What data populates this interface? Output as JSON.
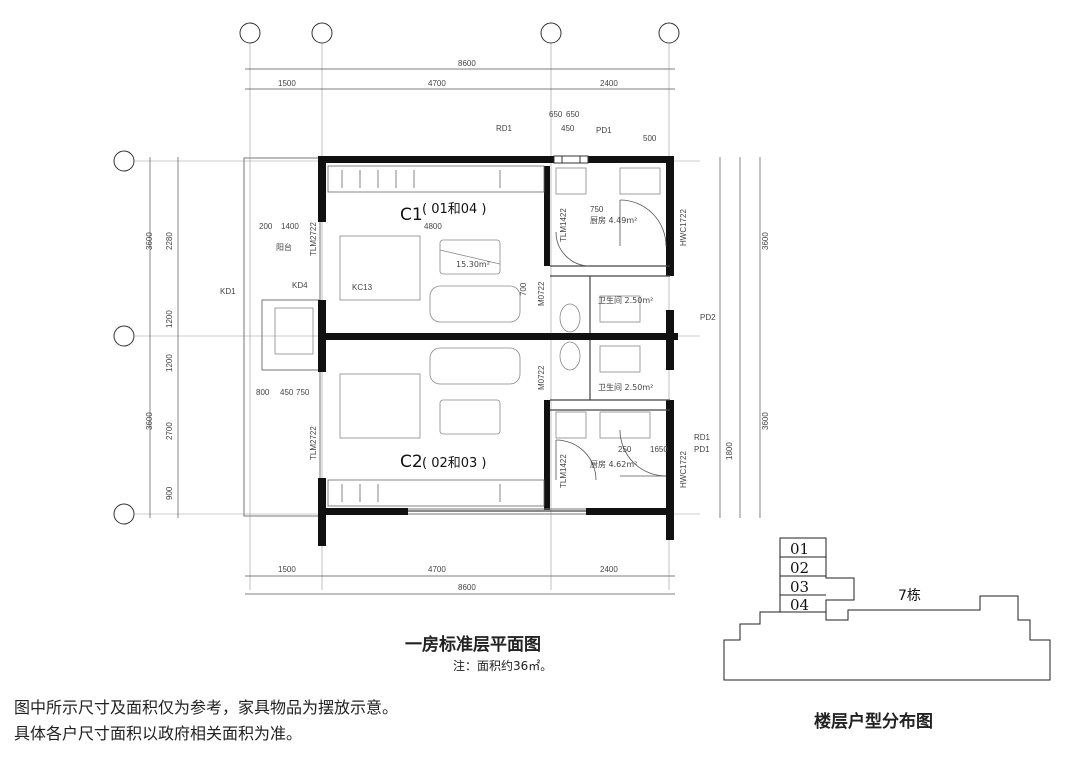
{
  "plan": {
    "top_dims": {
      "total": "8600",
      "left": "1500",
      "mid": "4700",
      "right": "2400"
    },
    "bottom_dims": {
      "total": "8600",
      "left": "1500",
      "mid": "4700",
      "right": "2400"
    },
    "right_dims": {
      "top": "3600",
      "bottom": "3600"
    },
    "left_dims": {
      "top": "3600",
      "bottom": "3600"
    },
    "units": {
      "upper": {
        "code": "C1",
        "label": "( 01和04 )"
      },
      "lower": {
        "code": "C2",
        "label": "( 02和03 )"
      }
    },
    "rooms": {
      "bedroom_area": "15.30m²",
      "kitchen_upper": "厨房 4.49m²",
      "kitchen_lower": "厨房 4.62m²",
      "bath_upper": "卫生间 2.50m²",
      "bath_lower": "卫生间 2.50m²",
      "balcony": "阳台",
      "window_tags": [
        "RD1",
        "PD1",
        "RD1",
        "PD1",
        "PD2",
        "KD1",
        "KD4",
        "KC13",
        "TLM2722",
        "TLM2722",
        "M0722",
        "M0722",
        "TLM1422",
        "TLM1422",
        "HWC1722",
        "HWC1722"
      ]
    },
    "misc_dims": [
      "650",
      "650",
      "450",
      "500",
      "1400",
      "4800",
      "200",
      "750",
      "250",
      "1650",
      "800",
      "450",
      "750",
      "1200",
      "700",
      "1800",
      "2280",
      "1200",
      "900",
      "2700"
    ]
  },
  "stack": {
    "rows": [
      "01",
      "02",
      "03",
      "04"
    ],
    "building": "7栋",
    "title": "楼层户型分布图"
  },
  "captions": {
    "plan_title": "一房标准层平面图",
    "area_note": "注：面积约36㎡。",
    "disclaimer_1": "图中所示尺寸及面积仅为参考，家具物品为摆放示意。",
    "disclaimer_2": "具体各户尺寸面积以政府相关面积为准。"
  }
}
